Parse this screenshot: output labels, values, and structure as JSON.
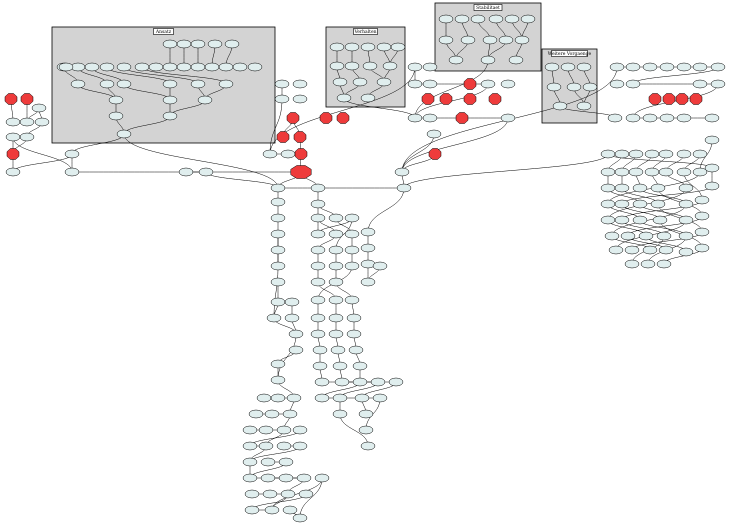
{
  "clusters": [
    {
      "id": "c1",
      "title": "Ansatz"
    },
    {
      "id": "c2",
      "title": "Verhalten"
    },
    {
      "id": "c3",
      "title": "Stabilitaet"
    },
    {
      "id": "c4",
      "title": "Weitere Vorgaenge"
    }
  ],
  "colors": {
    "node_fill": "#e0eeee",
    "highlight_fill": "#ee3b3b",
    "highlight_text": "#d40000",
    "cluster_fill": "#d3d3d3",
    "background": "#ffffff"
  }
}
